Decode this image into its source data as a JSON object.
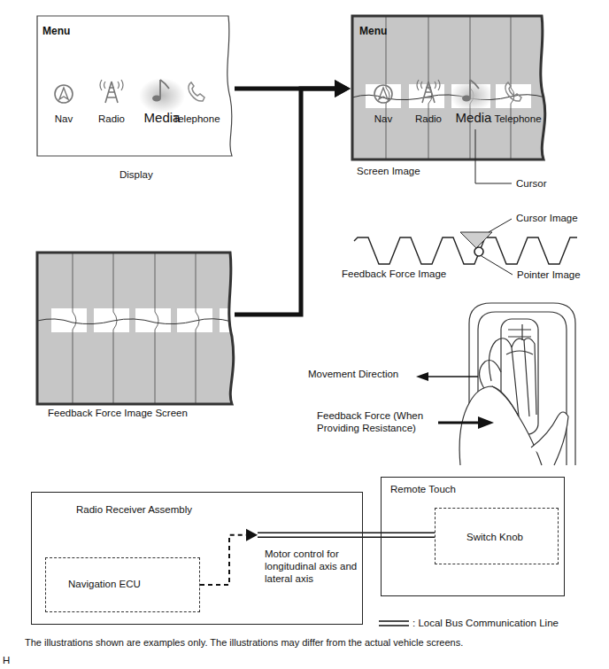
{
  "diagram": {
    "caption": "The illustrations shown are examples only. The illustrations may differ from the actual vehicle screens.",
    "nodes": [
      {
        "text": [
          "Menu",
          "Nav",
          "Radio",
          "Media",
          "Telephone",
          "Display"
        ]
      },
      {
        "text": [
          "Feedback Force Image Screen"
        ]
      },
      {
        "text": [
          "Menu",
          "Nav",
          "Radio",
          "Media",
          "Telephone",
          "Screen Image"
        ]
      },
      {
        "text": [
          "Radio Receiver Assembly"
        ]
      },
      {
        "text": [
          "Navigation ECU"
        ],
        "in": 3
      },
      {
        "text": [
          "Remote Touch"
        ]
      },
      {
        "text": [
          "Switch Knob"
        ],
        "in": 5
      }
    ],
    "edges": [
      {
        "from": 0,
        "to": 2,
        "arrow": "to"
      },
      {
        "from": 1,
        "to": 2,
        "arrow": "to"
      },
      {
        "from": 4,
        "to": 6,
        "arrow": "to",
        "label": "Motor control for longitudinal axis and lateral axis"
      }
    ],
    "labels": [
      "Cursor",
      "Cursor Image",
      "Feedback Force Image",
      "Pointer Image",
      "Movement Direction",
      "Feedback Force (When Providing Resistance)",
      "H"
    ],
    "legend": [
      {
        "text": ": Local Bus Communication Line"
      }
    ]
  }
}
